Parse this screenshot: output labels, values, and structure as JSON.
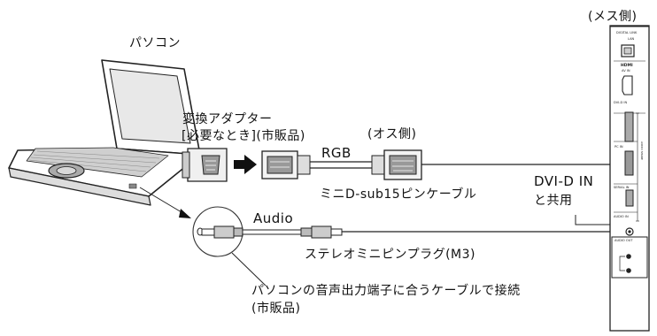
{
  "labels": {
    "female_side": "(メス側)",
    "pc": "パソコン",
    "adapter_line1": "変換アダプター",
    "adapter_line2": "[必要なとき](市販品)",
    "male_side": "(オス側)",
    "rgb": "RGB",
    "mini_dsub": "ミニD-sub15ピンケーブル",
    "dvi_line1": "DVI-D IN",
    "dvi_line2": "と共用",
    "audio": "Audio",
    "stereo_plug": "ステレオミニピンプラグ(M3)",
    "pc_audio_line1": "パソコンの音声出力端子に合うケーブルで接続",
    "pc_audio_line2": "(市販品)"
  },
  "panel": {
    "digital_link": "DIGITAL LINK",
    "lan": "LAN",
    "hdmi": "HDMI",
    "av_in": "AV IN",
    "dvi_in": "DVI-D IN",
    "pc_in": "PC IN",
    "serial_in": "SERIAL IN",
    "audio_in": "AUDIO IN",
    "audio_out": "AUDIO OUT",
    "side_note": "AUDIO SHARE"
  }
}
